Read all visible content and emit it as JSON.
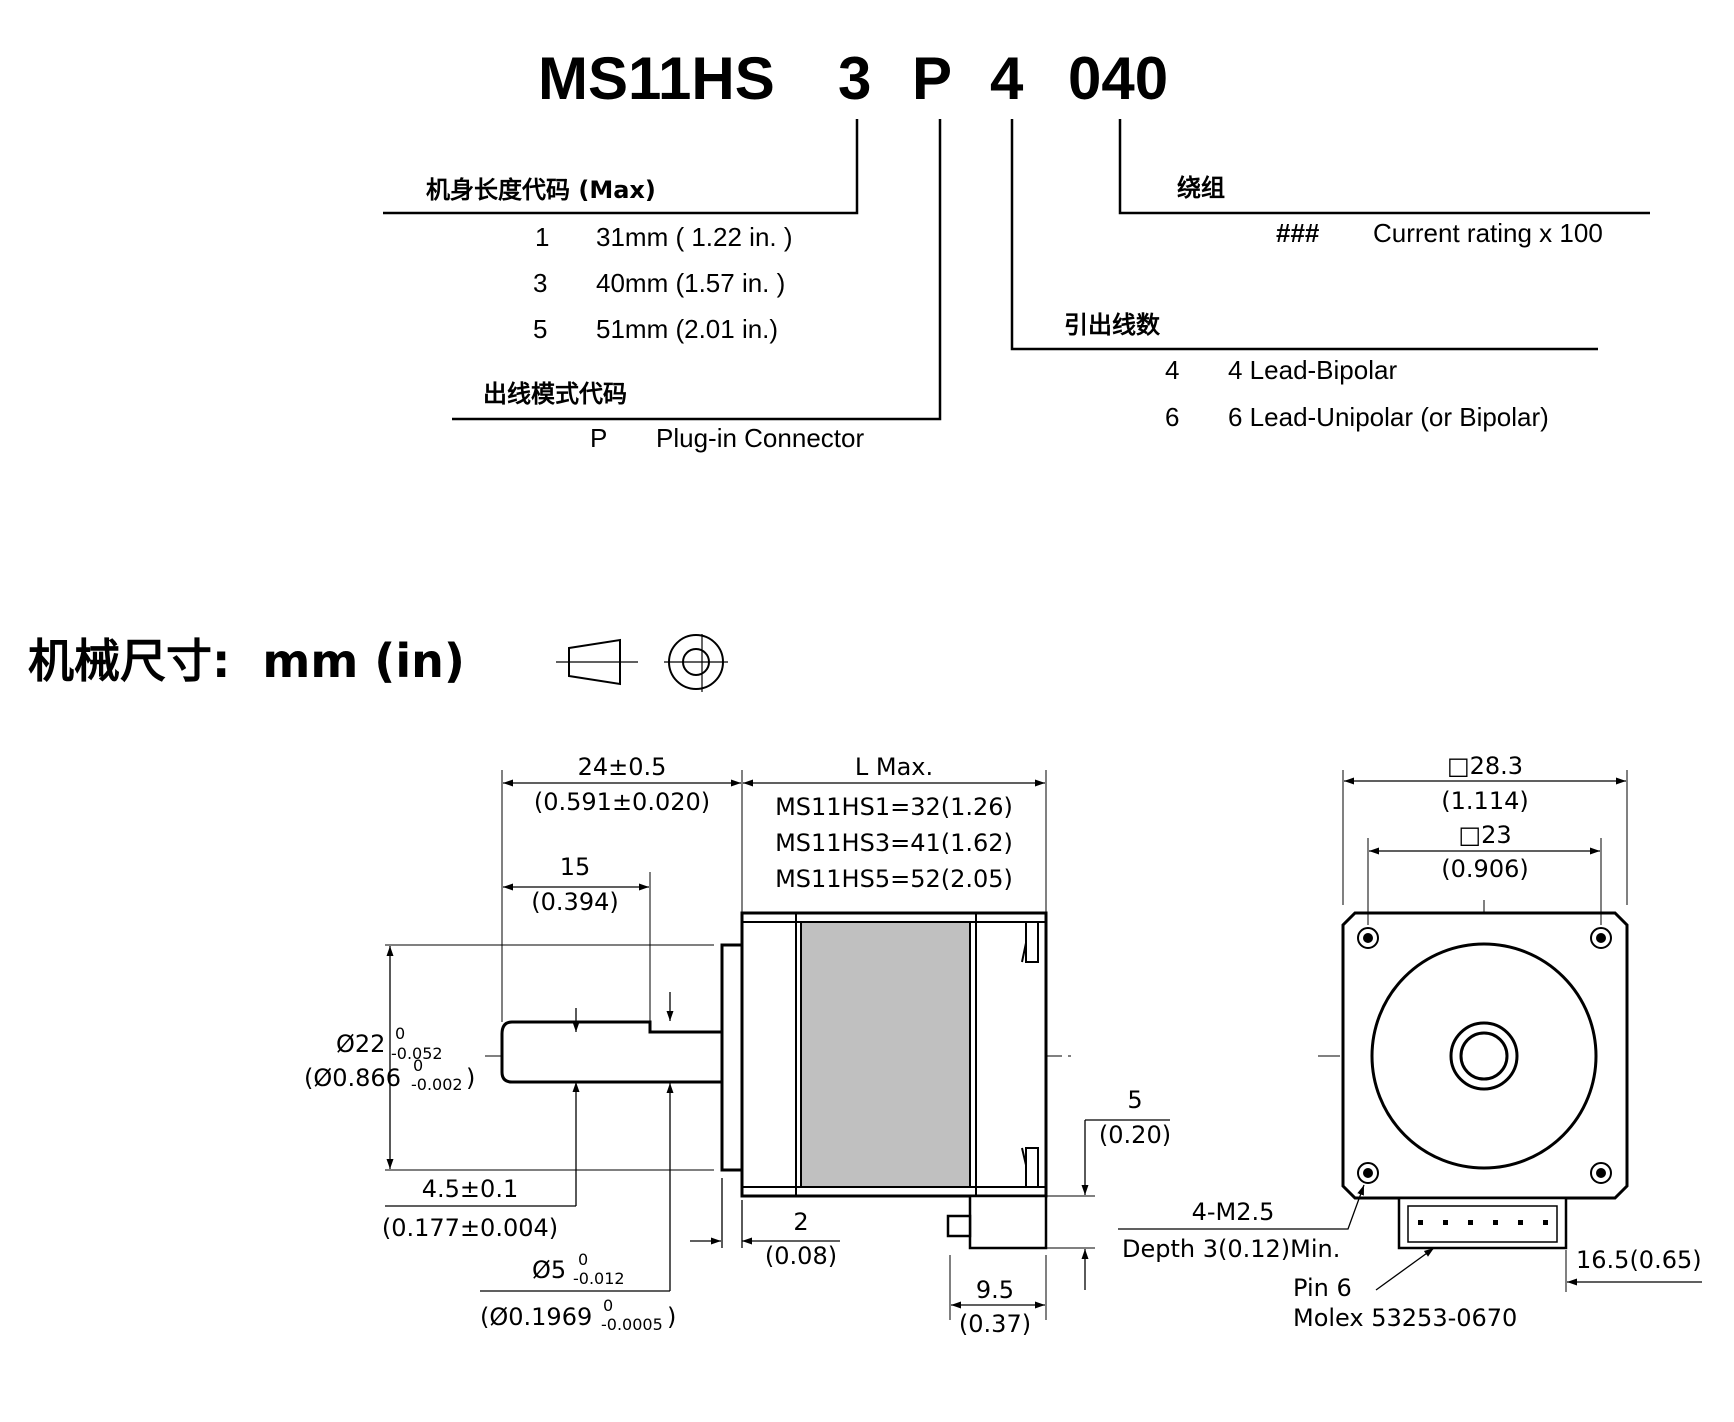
{
  "model": {
    "base": "MS11HS",
    "length_code": "3",
    "connection_code": "P",
    "lead_code": "4",
    "winding_code": "040"
  },
  "length": {
    "header": "机身长度代码 (Max)",
    "rows": [
      {
        "code": "1",
        "desc": "31mm ( 1.22 in. )"
      },
      {
        "code": "3",
        "desc": "40mm (1.57 in. )"
      },
      {
        "code": "5",
        "desc": "51mm (2.01 in.)"
      }
    ]
  },
  "connection": {
    "header": "出线模式代码",
    "rows": [
      {
        "code": "P",
        "desc": "Plug-in Connector"
      }
    ]
  },
  "leads": {
    "header": "引出线数",
    "rows": [
      {
        "code": "4",
        "desc": "4 Lead-Bipolar"
      },
      {
        "code": "6",
        "desc": "6 Lead-Unipolar (or Bipolar)"
      }
    ]
  },
  "winding": {
    "header": "绕组",
    "rows": [
      {
        "code": "###",
        "desc": "Current rating x 100"
      }
    ]
  },
  "section_title": "机械尺寸:  mm (in)",
  "dims": {
    "shaft_len": "24±0.5",
    "shaft_len_in": "(0.591±0.020)",
    "flat_len": "15",
    "flat_len_in": "(0.394)",
    "l_max": "L Max.",
    "l_max_rows": [
      "MS11HS1=32(1.26)",
      "MS11HS3=41(1.62)",
      "MS11HS5=52(2.05)"
    ],
    "boss_main": "Ø22",
    "boss_in_main": "(Ø0.866",
    "boss_in_close": ")",
    "flat_depth": "4.5±0.1",
    "flat_depth_in": "(0.177±0.004)",
    "boss_h": "2",
    "boss_h_in": "(0.08)",
    "shaft_main": "Ø5",
    "shaft_in_main": "(Ø0.1969",
    "shaft_in_close": ")",
    "conn_h": "5",
    "conn_h_in": "(0.20)",
    "conn_w": "9.5",
    "conn_w_in": "(0.37)",
    "sq_outer": "□28.3",
    "sq_outer_in": "(1.114)",
    "sq_inner": "□23",
    "sq_inner_in": "(0.906)",
    "screw": "4-M2.5",
    "screw_depth": "Depth 3(0.12)Min.",
    "pin": "Pin 6",
    "molex": "Molex 53253-0670",
    "conn_off": "16.5(0.65)",
    "tol_zero": "0",
    "boss_tol": "-0.052",
    "boss_tol_in": "-0.002",
    "shaft_tol": "-0.012",
    "shaft_tol_in": "-0.0005"
  }
}
